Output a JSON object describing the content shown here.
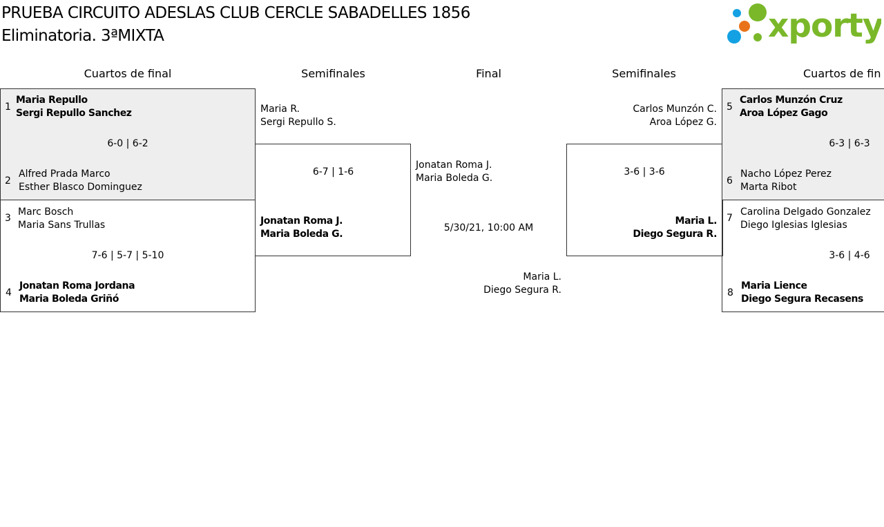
{
  "header": {
    "title_line1": "PRUEBA CIRCUITO ADESLAS CLUB CERCLE SABADELLES 1856",
    "title_line2": "Eliminatoria. 3ªMIXTA",
    "logo_text": "xporty",
    "logo_colors": {
      "green": "#7ab82a",
      "blue": "#14a1e3",
      "orange": "#e8731a"
    }
  },
  "round_headers": {
    "left_qf": "Cuartos de final",
    "left_sf": "Semifinales",
    "final": "Final",
    "right_sf": "Semifinales",
    "right_qf": "Cuartos de fin"
  },
  "quarterfinals": {
    "left_top": {
      "p1": {
        "seed": "1",
        "name1": "Maria Repullo",
        "name2": "Sergi Repullo Sanchez"
      },
      "score": "6-0 | 6-2",
      "p2": {
        "seed": "2",
        "name1": "Alfred Prada Marco",
        "name2": "Esther Blasco Dominguez"
      }
    },
    "left_bottom": {
      "p1": {
        "seed": "3",
        "name1": "Marc Bosch",
        "name2": "Maria Sans Trullas"
      },
      "score": "7-6 | 5-7 | 5-10",
      "p2": {
        "seed": "4",
        "name1": "Jonatan Roma Jordana",
        "name2": "Maria Boleda Griñó"
      }
    },
    "right_top": {
      "p1": {
        "seed": "5",
        "name1": "Carlos Munzón Cruz",
        "name2": "Aroa López Gago"
      },
      "score": "6-3 | 6-3",
      "p2": {
        "seed": "6",
        "name1": "Nacho López Perez",
        "name2": "Marta Ribot"
      }
    },
    "right_bottom": {
      "p1": {
        "seed": "7",
        "name1": "Carolina Delgado Gonzalez",
        "name2": "Diego Iglesias Iglesias"
      },
      "score": "3-6 | 4-6",
      "p2": {
        "seed": "8",
        "name1": "Maria Lience",
        "name2": "Diego Segura Recasens"
      }
    }
  },
  "semifinals": {
    "left": {
      "top": {
        "name1": "Maria R.",
        "name2": "Sergi Repullo S."
      },
      "score": "6-7 | 1-6",
      "bottom": {
        "name1": "Jonatan Roma J.",
        "name2": "Maria Boleda G."
      }
    },
    "right": {
      "top": {
        "name1": "Carlos Munzón C.",
        "name2": "Aroa López G."
      },
      "score": "3-6 | 3-6",
      "bottom": {
        "name1": "Maria L.",
        "name2": "Diego Segura R."
      }
    }
  },
  "final": {
    "top": {
      "name1": "Jonatan Roma J.",
      "name2": "Maria Boleda G."
    },
    "datetime": "5/30/21, 10:00 AM",
    "bottom": {
      "name1": "Maria L.",
      "name2": "Diego Segura R."
    }
  }
}
